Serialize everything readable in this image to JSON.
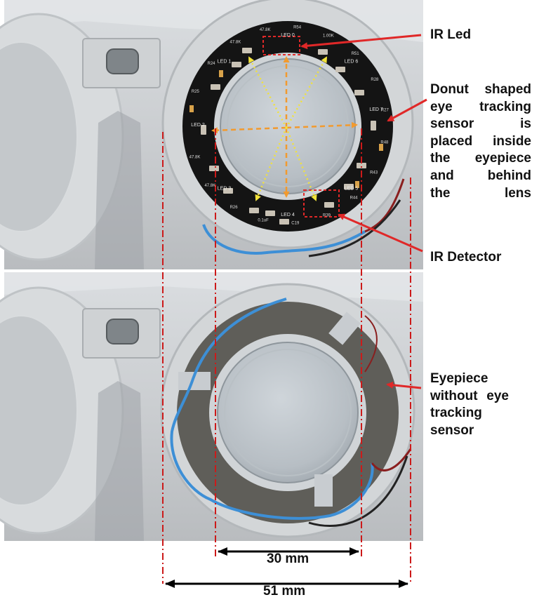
{
  "labels": {
    "ir_led": "IR Led",
    "donut_sensor": [
      "Donut shaped",
      "eye tracking",
      "sensor is",
      "placed inside",
      "the eyepiece",
      "and behind",
      "the lens"
    ],
    "ir_detector": "IR Detector",
    "eyepiece_without": [
      "Eyepiece",
      "without eye",
      "tracking",
      "sensor"
    ]
  },
  "dimensions": {
    "inner": "30 mm",
    "outer": "51 mm"
  },
  "pcb_silkscreen": {
    "led_labels": [
      "LED 0",
      "LED 1",
      "LED 2",
      "LED 3",
      "LED 4",
      "LED 5",
      "LED 6",
      "LED 7"
    ],
    "component_labels": [
      "R25",
      "R24",
      "47.8K",
      "47.8K",
      "R54",
      "1.00K",
      "R51",
      "R28",
      "R27",
      "R48",
      "R43",
      "R44",
      "R39",
      "C19",
      "0.1uF",
      "R26",
      "47.8K",
      "47.8K"
    ]
  },
  "colors": {
    "annotation_red": "#e02828",
    "dashdot_red": "#cc1a1a",
    "led_ray_orange": "#f29a2e",
    "detector_ray_yellow": "#f2e23a",
    "pcb_black": "#141414",
    "board_gray": "#5f5e59",
    "wire_blue": "#3d8fd6"
  }
}
